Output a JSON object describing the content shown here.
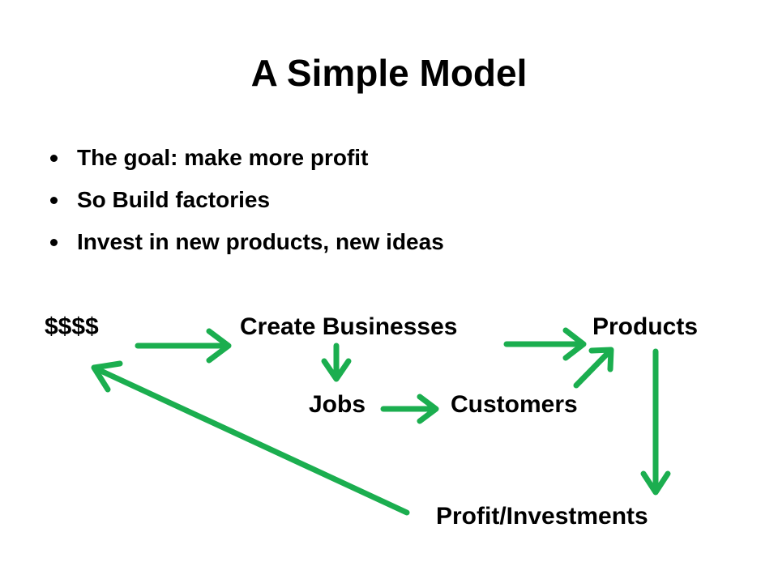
{
  "slide": {
    "title": "A Simple Model",
    "bullets": [
      "The goal: make more profit",
      "So Build factories",
      "Invest in new products, new ideas"
    ]
  },
  "diagram": {
    "nodes": {
      "dollars": "$$$$",
      "create_businesses": "Create Businesses",
      "products": "Products",
      "jobs": "Jobs",
      "customers": "Customers",
      "profit": "Profit/Investments"
    },
    "edges": [
      {
        "from": "$$$$",
        "to": "Create Businesses"
      },
      {
        "from": "Create Businesses",
        "to": "Jobs"
      },
      {
        "from": "Create Businesses",
        "to": "Products"
      },
      {
        "from": "Jobs",
        "to": "Customers"
      },
      {
        "from": "Customers",
        "to": "Products"
      },
      {
        "from": "Products",
        "to": "Profit/Investments"
      },
      {
        "from": "Profit/Investments",
        "to": "$$$$"
      }
    ],
    "arrow_color": "#1BAE4F"
  }
}
